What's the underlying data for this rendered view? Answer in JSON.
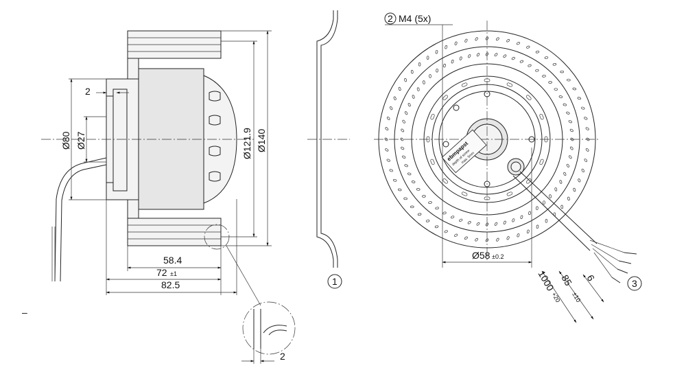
{
  "dimensions": {
    "d80": "Ø80",
    "d27": "Ø27",
    "gap_left": "2",
    "d121": "Ø121.9",
    "d140": "Ø140",
    "w58": "58.4",
    "w72": "72",
    "w72_tol": "±1",
    "w82": "82.5",
    "gap_detail": "2",
    "d58": "Ø58",
    "d58_tol": "±0.2",
    "thread": "M4 (5x)",
    "cable_len": "1000",
    "cable_len_tol": "+20",
    "strip_len": "85",
    "strip_tol": "±10",
    "strip_end": "6"
  },
  "callouts": {
    "c1": "1",
    "c2": "2",
    "c3": "3"
  },
  "label": {
    "brand": "ebmpapst",
    "note1": "depth of screw",
    "note2": "max. 5mm"
  },
  "dash_mark": "–"
}
